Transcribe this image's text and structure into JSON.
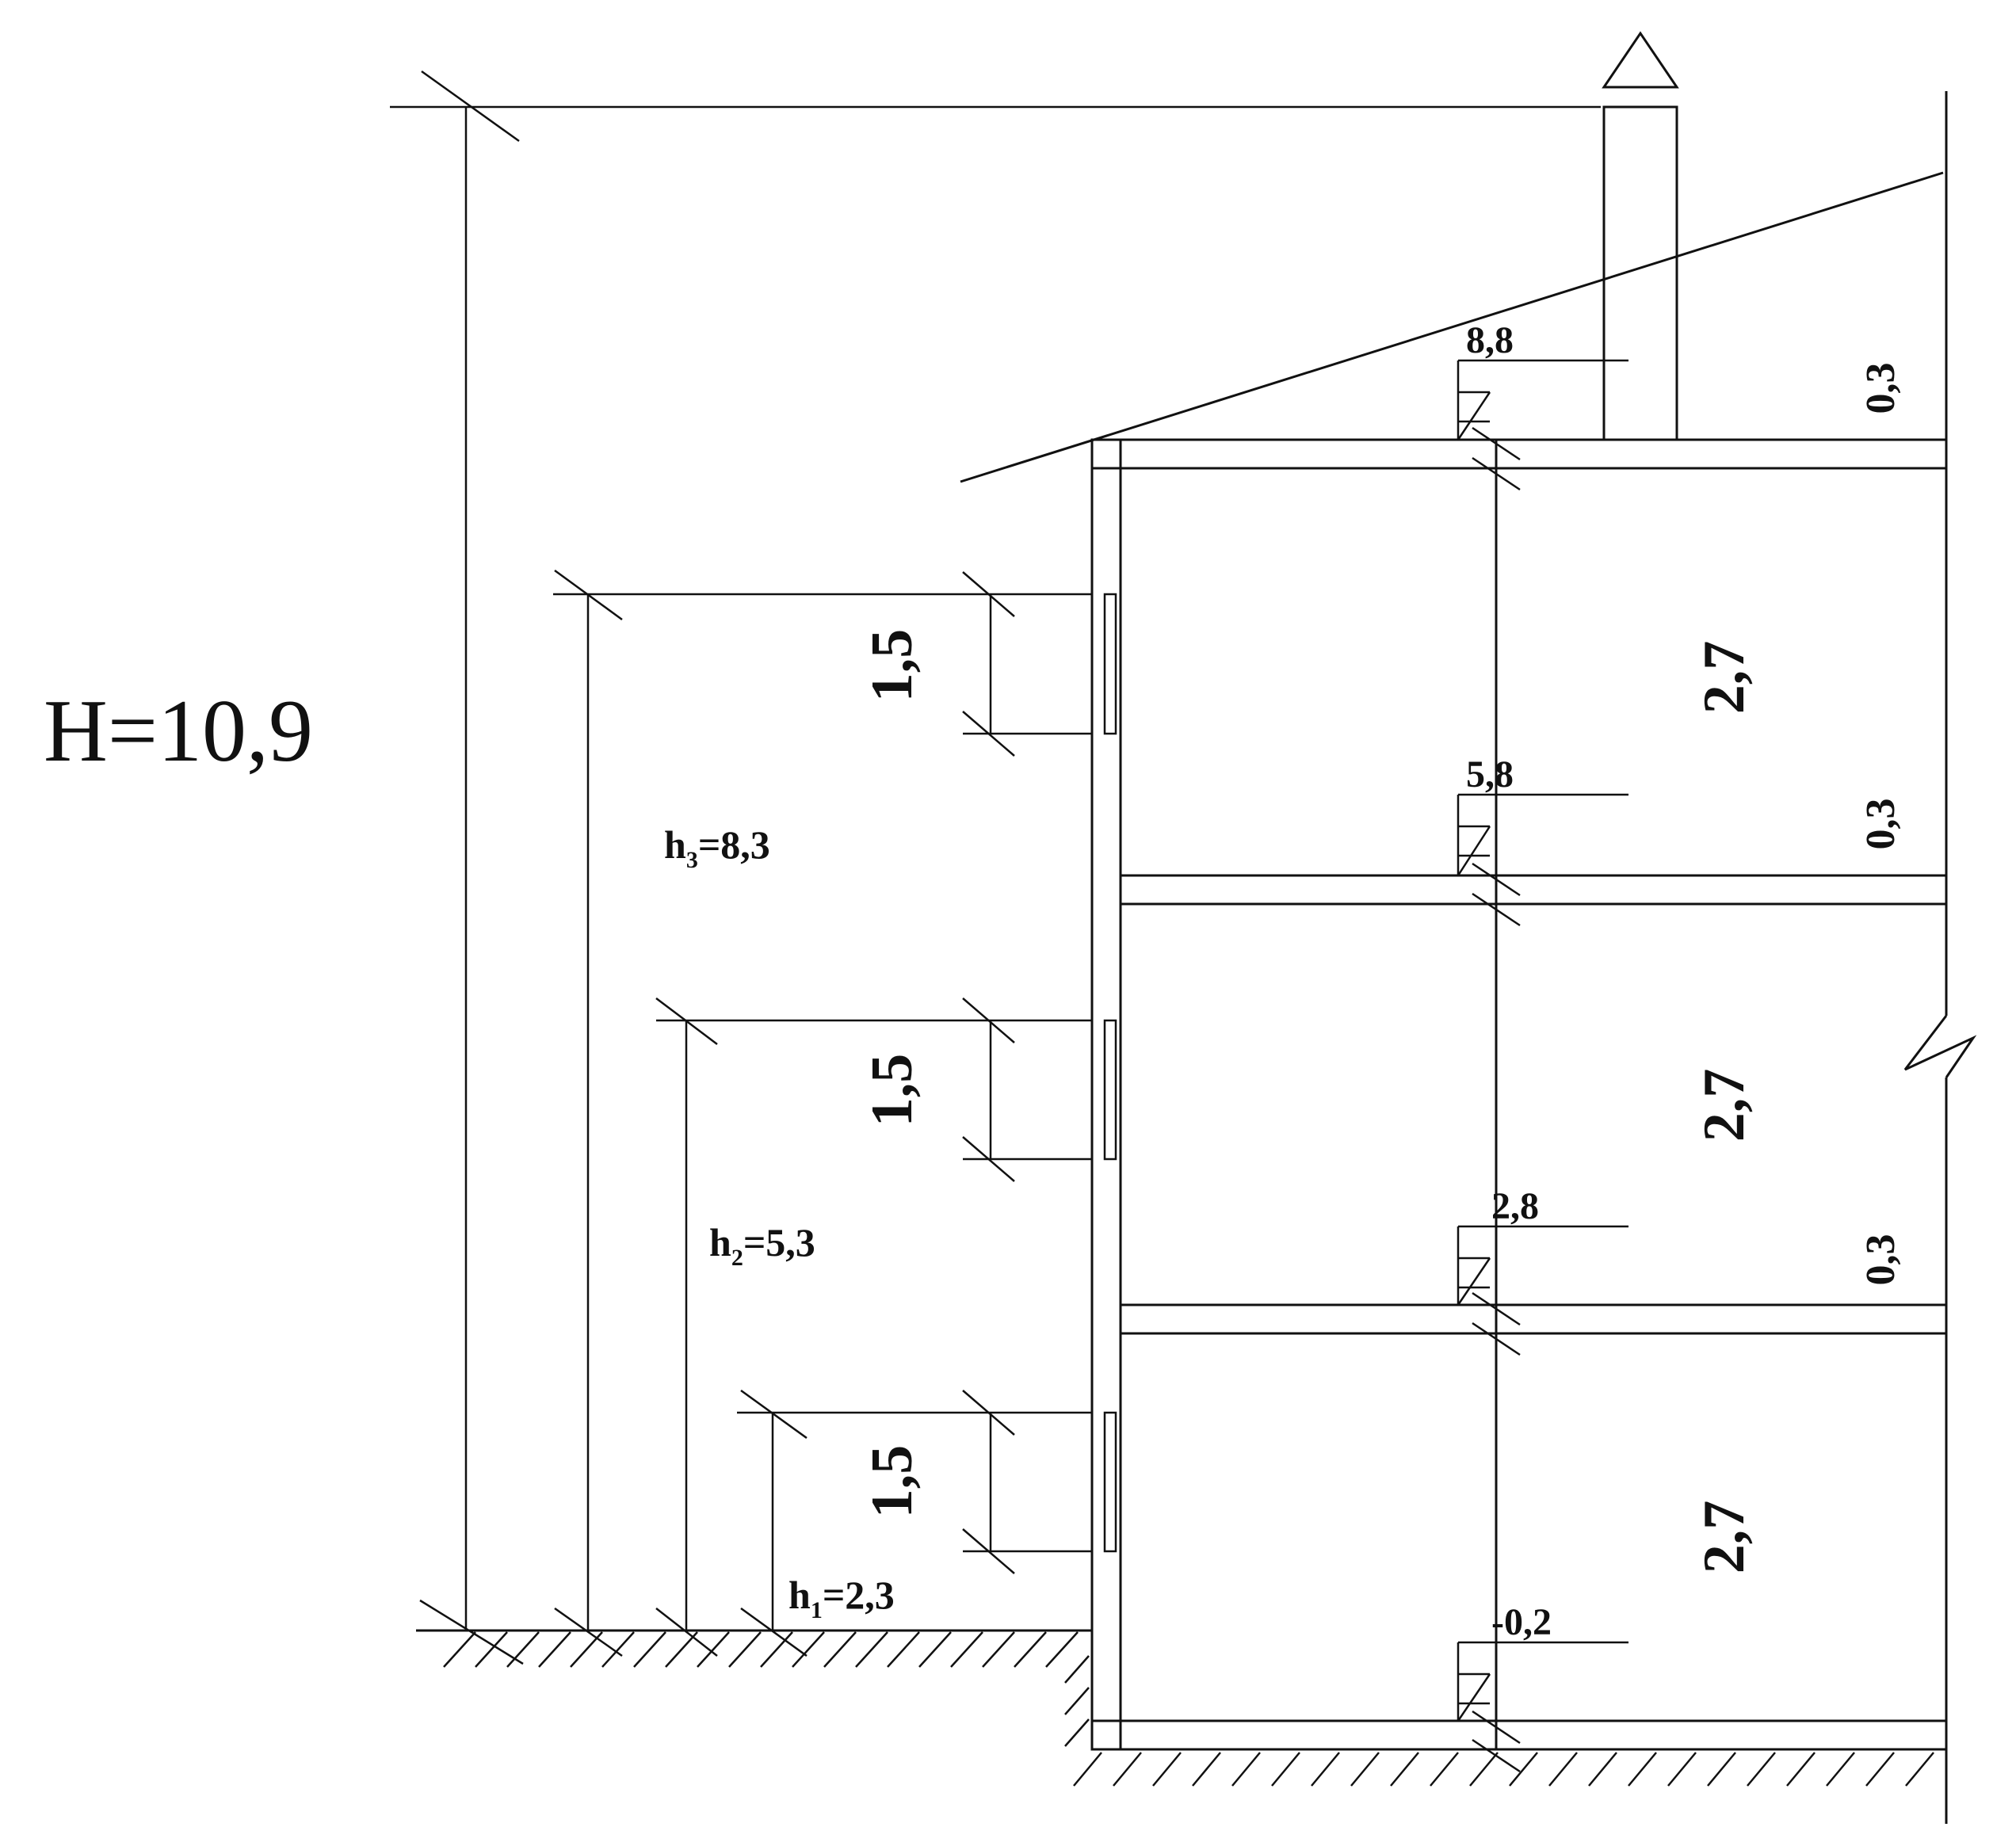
{
  "total_height_label": "H=10,9",
  "window_heights": [
    "1,5",
    "1,5",
    "1,5"
  ],
  "floor_heights": [
    "2,7",
    "2,7",
    "2,7"
  ],
  "slab_thickness": [
    "0,3",
    "0,3",
    "0,3"
  ],
  "levels": [
    "8,8",
    "5,8",
    "2,8",
    "-0,2"
  ],
  "window_sill_heights": [
    {
      "letter": "h",
      "sub": "3",
      "value": "=8,3"
    },
    {
      "letter": "h",
      "sub": "2",
      "value": "=5,3"
    },
    {
      "letter": "h",
      "sub": "1",
      "value": "=2,3"
    }
  ]
}
